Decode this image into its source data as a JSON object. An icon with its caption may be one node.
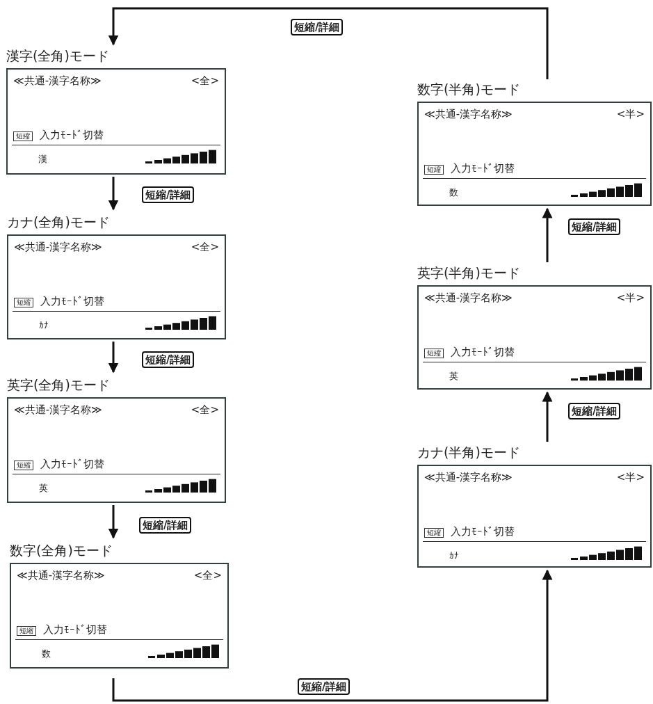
{
  "diagram": {
    "nodes": [
      {
        "text": [
          "漢字(全角)モード",
          "≪共通-漢字名称≫",
          "<全>",
          "短縮",
          "入力ﾓｰﾄﾞ切替",
          "漢"
        ]
      },
      {
        "text": [
          "カナ(全角)モード",
          "≪共通-漢字名称≫",
          "<全>",
          "短縮",
          "入力ﾓｰﾄﾞ切替",
          "ｶﾅ"
        ]
      },
      {
        "text": [
          "英字(全角)モード",
          "≪共通-漢字名称≫",
          "<全>",
          "短縮",
          "入力ﾓｰﾄﾞ切替",
          "英"
        ]
      },
      {
        "text": [
          "数字(全角)モード",
          "≪共通-漢字名称≫",
          "<全>",
          "短縮",
          "入力ﾓｰﾄﾞ切替",
          "数"
        ]
      },
      {
        "text": [
          "数字(半角)モード",
          "≪共通-漢字名称≫",
          "<半>",
          "短縮",
          "入力ﾓｰﾄﾞ切替",
          "数"
        ]
      },
      {
        "text": [
          "英字(半角)モード",
          "≪共通-漢字名称≫",
          "<半>",
          "短縮",
          "入力ﾓｰﾄﾞ切替",
          "英"
        ]
      },
      {
        "text": [
          "カナ(半角)モード",
          "≪共通-漢字名称≫",
          "<半>",
          "短縮",
          "入力ﾓｰﾄﾞ切替",
          "ｶﾅ"
        ]
      }
    ],
    "edges": [
      {
        "from": 0,
        "to": 1,
        "arrow": "to",
        "label": "短縮/詳細"
      },
      {
        "from": 1,
        "to": 2,
        "arrow": "to",
        "label": "短縮/詳細"
      },
      {
        "from": 2,
        "to": 3,
        "arrow": "to",
        "label": "短縮/詳細"
      },
      {
        "from": 3,
        "to": 6,
        "arrow": "to",
        "label": "短縮/詳細"
      },
      {
        "from": 6,
        "to": 5,
        "arrow": "to",
        "label": "短縮/詳細"
      },
      {
        "from": 5,
        "to": 4,
        "arrow": "to",
        "label": "短縮/詳細"
      },
      {
        "from": 4,
        "to": 0,
        "arrow": "to",
        "label": "短縮/詳細"
      }
    ]
  }
}
